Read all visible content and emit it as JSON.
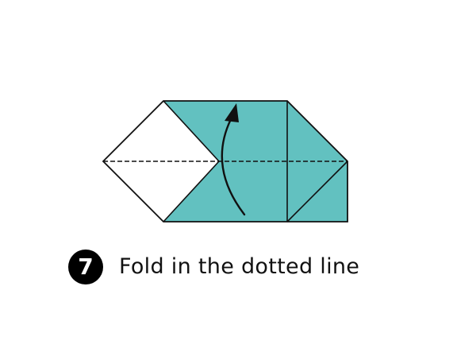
{
  "step": {
    "number": "7",
    "caption": "Fold in the dotted line"
  },
  "colors": {
    "paper_colored": "#62c1c0",
    "paper_white": "#ffffff",
    "outline": "#111111",
    "badge": "#000000"
  },
  "icons": {
    "fold_arrow": "curved-arrow-up-icon",
    "fold_line": "dotted-fold-line"
  }
}
